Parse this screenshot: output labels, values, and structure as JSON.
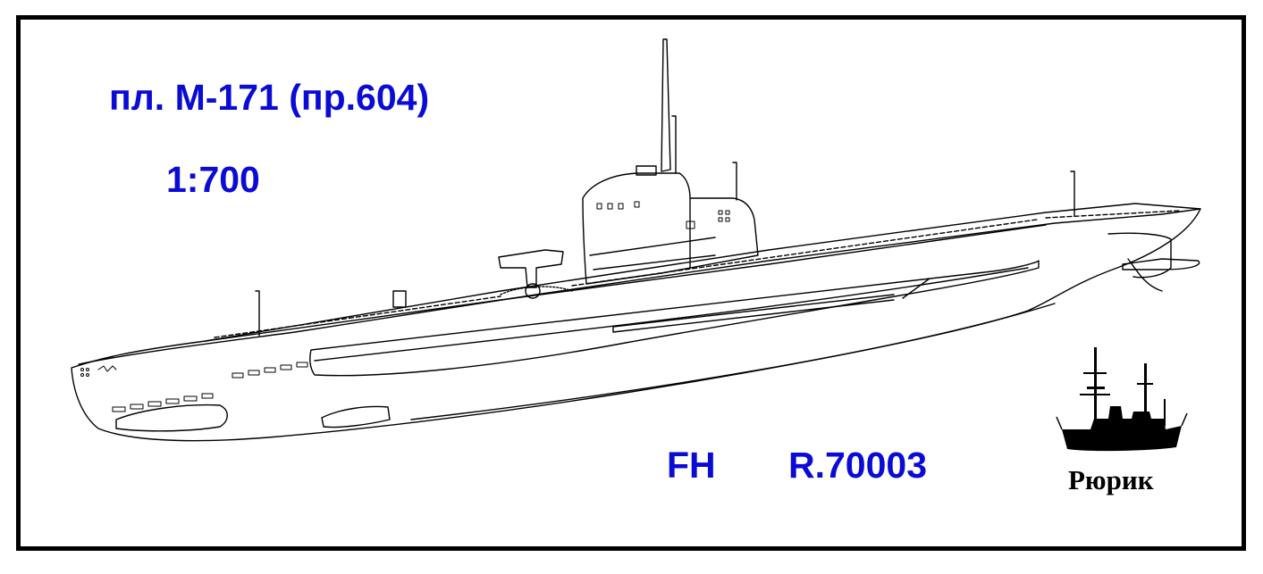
{
  "texts": {
    "title": "пл. М-171 (пр.604)",
    "scale": "1:700",
    "maker": "FH",
    "catalog_number": "R.70003"
  },
  "brand": {
    "name": "Рюрик"
  },
  "colors": {
    "text_accent": "#0b0bd6",
    "frame": "#000000",
    "background": "#ffffff",
    "line_art": "#000000"
  }
}
